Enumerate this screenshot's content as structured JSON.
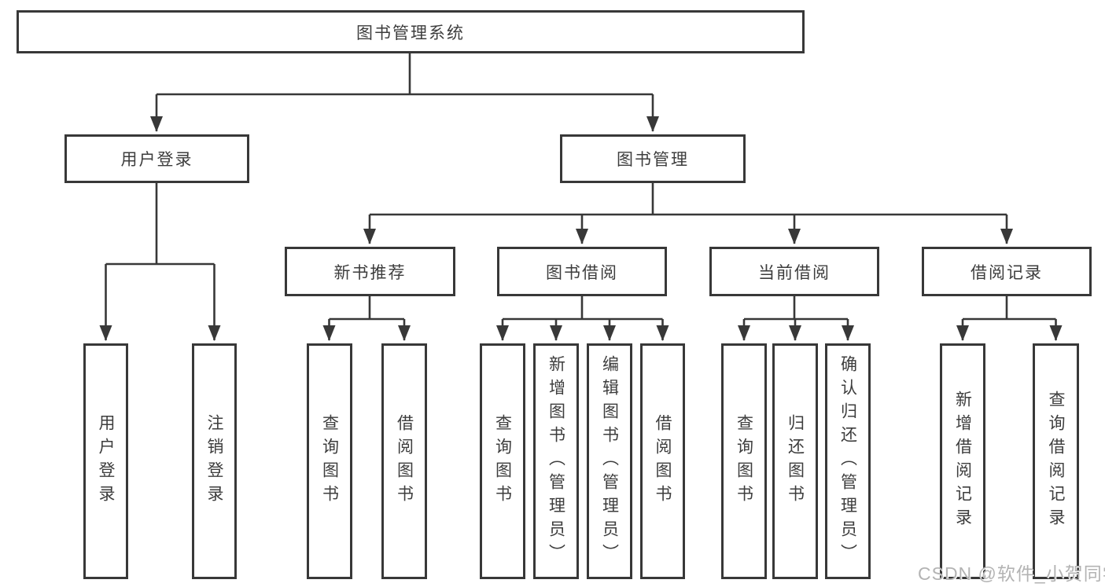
{
  "title": "图书管理系统",
  "colors": {
    "line": "#383838",
    "text": "#3d3d3d",
    "box_fill": "#ffffff",
    "background": "#ffffff",
    "watermark": "#b3b3b3"
  },
  "watermark": "CSDN @软件_小贺同学",
  "nodes": {
    "root": "图书管理系统",
    "user_login": "用户登录",
    "book_mgmt": "图书管理",
    "new_book_rec": "新书推荐",
    "book_borrow": "图书借阅",
    "current_borrow": "当前借阅",
    "borrow_record": "借阅记录",
    "ul_login": "用户登录",
    "ul_logout": "注销登录",
    "nb_query": "查询图书",
    "nb_borrow": "借阅图书",
    "bb_query": "查询图书",
    "bb_add": "新增图书（管理员）",
    "bb_edit": "编辑图书（管理员）",
    "bb_borrow": "借阅图书",
    "cb_query": "查询图书",
    "cb_return": "归还图书",
    "cb_confirm": "确认归还（管理员）",
    "br_add": "新增借阅记录",
    "br_query": "查询借阅记录"
  },
  "hierarchy": {
    "图书管理系统": [
      "用户登录",
      "图书管理"
    ],
    "用户登录": [
      "用户登录",
      "注销登录"
    ],
    "图书管理": [
      "新书推荐",
      "图书借阅",
      "当前借阅",
      "借阅记录"
    ],
    "新书推荐": [
      "查询图书",
      "借阅图书"
    ],
    "图书借阅": [
      "查询图书",
      "新增图书（管理员）",
      "编辑图书（管理员）",
      "借阅图书"
    ],
    "当前借阅": [
      "查询图书",
      "归还图书",
      "确认归还（管理员）"
    ],
    "借阅记录": [
      "新增借阅记录",
      "查询借阅记录"
    ]
  }
}
